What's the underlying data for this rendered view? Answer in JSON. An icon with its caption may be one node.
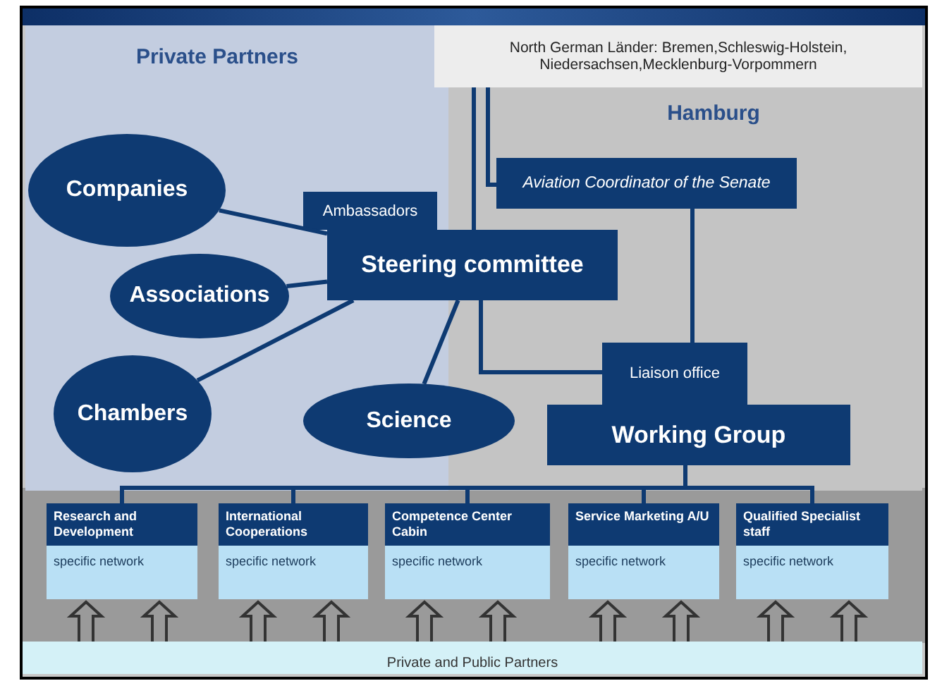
{
  "diagram": {
    "nodes": [
      {
        "text": [
          "Private Partners"
        ]
      },
      {
        "text": [
          "North German Länder: Bremen,Schleswig-Holstein, Niedersachsen,Mecklenburg-Vorpommern"
        ]
      },
      {
        "text": [
          "Hamburg"
        ]
      },
      {
        "text": [
          "Companies"
        ],
        "in": 0
      },
      {
        "text": [
          "Associations"
        ],
        "in": 0
      },
      {
        "text": [
          "Chambers"
        ],
        "in": 0
      },
      {
        "text": [
          "Science"
        ]
      },
      {
        "text": [
          "Ambassadors"
        ],
        "in": 0
      },
      {
        "text": [
          "Steering committee"
        ]
      },
      {
        "text": [
          "Aviation Coordinator of the Senate"
        ],
        "in": 2
      },
      {
        "text": [
          "Liaison office"
        ],
        "in": 2
      },
      {
        "text": [
          "Working Group"
        ],
        "in": 2
      },
      {
        "text": [
          "Research and Development",
          "specific network"
        ]
      },
      {
        "text": [
          "International Cooperations",
          "specific network"
        ]
      },
      {
        "text": [
          "Competence Center Cabin",
          "specific network"
        ]
      },
      {
        "text": [
          "Service Marketing A/U",
          "specific network"
        ]
      },
      {
        "text": [
          "Qualified Specialist staff",
          "specific network"
        ]
      },
      {
        "text": [
          "Private and Public Partners"
        ]
      }
    ],
    "edges": [
      {
        "from": 3,
        "to": 8,
        "arrow": "none"
      },
      {
        "from": 4,
        "to": 8,
        "arrow": "none"
      },
      {
        "from": 5,
        "to": 8,
        "arrow": "none"
      },
      {
        "from": 6,
        "to": 8,
        "arrow": "none"
      },
      {
        "from": 1,
        "to": 8,
        "arrow": "none"
      },
      {
        "from": 8,
        "to": 10,
        "arrow": "none"
      },
      {
        "from": 1,
        "to": 9,
        "arrow": "none"
      },
      {
        "from": 9,
        "to": 10,
        "arrow": "none"
      },
      {
        "from": 11,
        "to": 12,
        "arrow": "none"
      },
      {
        "from": 11,
        "to": 13,
        "arrow": "none"
      },
      {
        "from": 11,
        "to": 14,
        "arrow": "none"
      },
      {
        "from": 11,
        "to": 15,
        "arrow": "none"
      },
      {
        "from": 11,
        "to": 16,
        "arrow": "none"
      },
      {
        "from": 17,
        "to": 12,
        "arrow": "to"
      },
      {
        "from": 17,
        "to": 12,
        "arrow": "to"
      },
      {
        "from": 17,
        "to": 13,
        "arrow": "to"
      },
      {
        "from": 17,
        "to": 13,
        "arrow": "to"
      },
      {
        "from": 17,
        "to": 14,
        "arrow": "to"
      },
      {
        "from": 17,
        "to": 14,
        "arrow": "to"
      },
      {
        "from": 17,
        "to": 15,
        "arrow": "to"
      },
      {
        "from": 17,
        "to": 15,
        "arrow": "to"
      },
      {
        "from": 17,
        "to": 16,
        "arrow": "to"
      },
      {
        "from": 17,
        "to": 16,
        "arrow": "to"
      }
    ]
  }
}
